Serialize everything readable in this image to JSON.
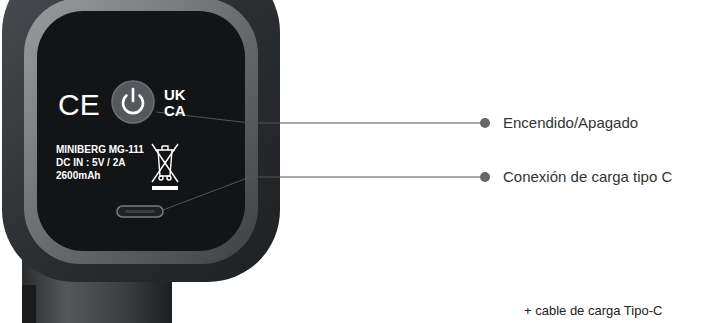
{
  "diagram": {
    "labels": [
      "CE",
      "UK",
      "CA",
      "MINIBERG MG-111",
      "DC IN : 5V / 2A",
      "2600mAh",
      "Encendido/Apagado",
      "Conexión de carga tipo C",
      "+ cable de carga Tipo-C"
    ]
  }
}
